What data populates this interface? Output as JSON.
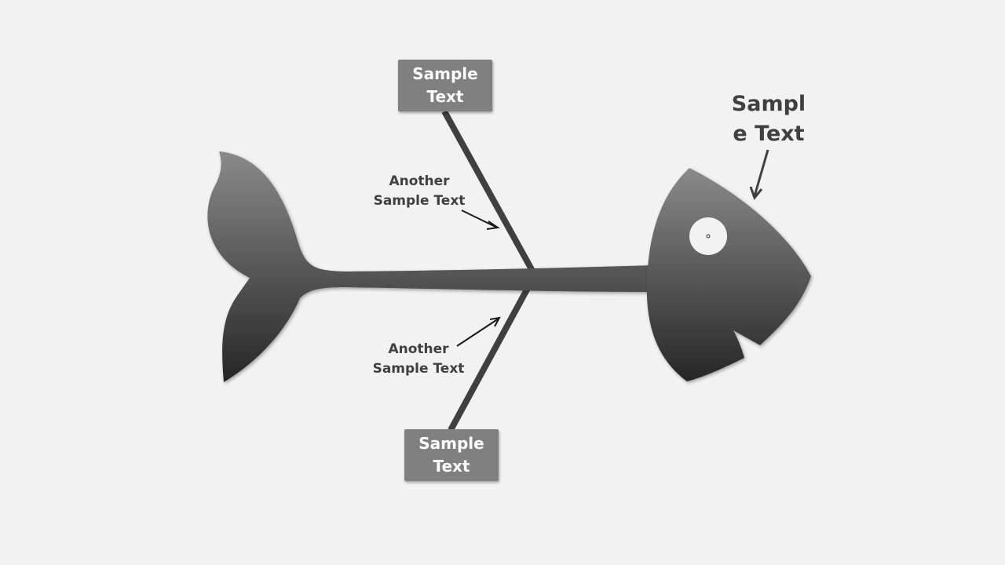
{
  "diagram": {
    "top_box": {
      "line1": "Sample",
      "line2": "Text"
    },
    "bottom_box": {
      "line1": "Sample",
      "line2": "Text"
    },
    "upper_note": {
      "line1": "Another",
      "line2": "Sample Text"
    },
    "lower_note": {
      "line1": "Another",
      "line2": "Sample Text"
    },
    "head_note": {
      "line1": "Sampl",
      "line2": "e Text"
    }
  },
  "colors": {
    "background": "#f2f2f2",
    "fish_top": "#8a8a8a",
    "fish_bottom": "#262626",
    "bone": "#404040",
    "box_fill": "#808080",
    "text": "#404040"
  }
}
